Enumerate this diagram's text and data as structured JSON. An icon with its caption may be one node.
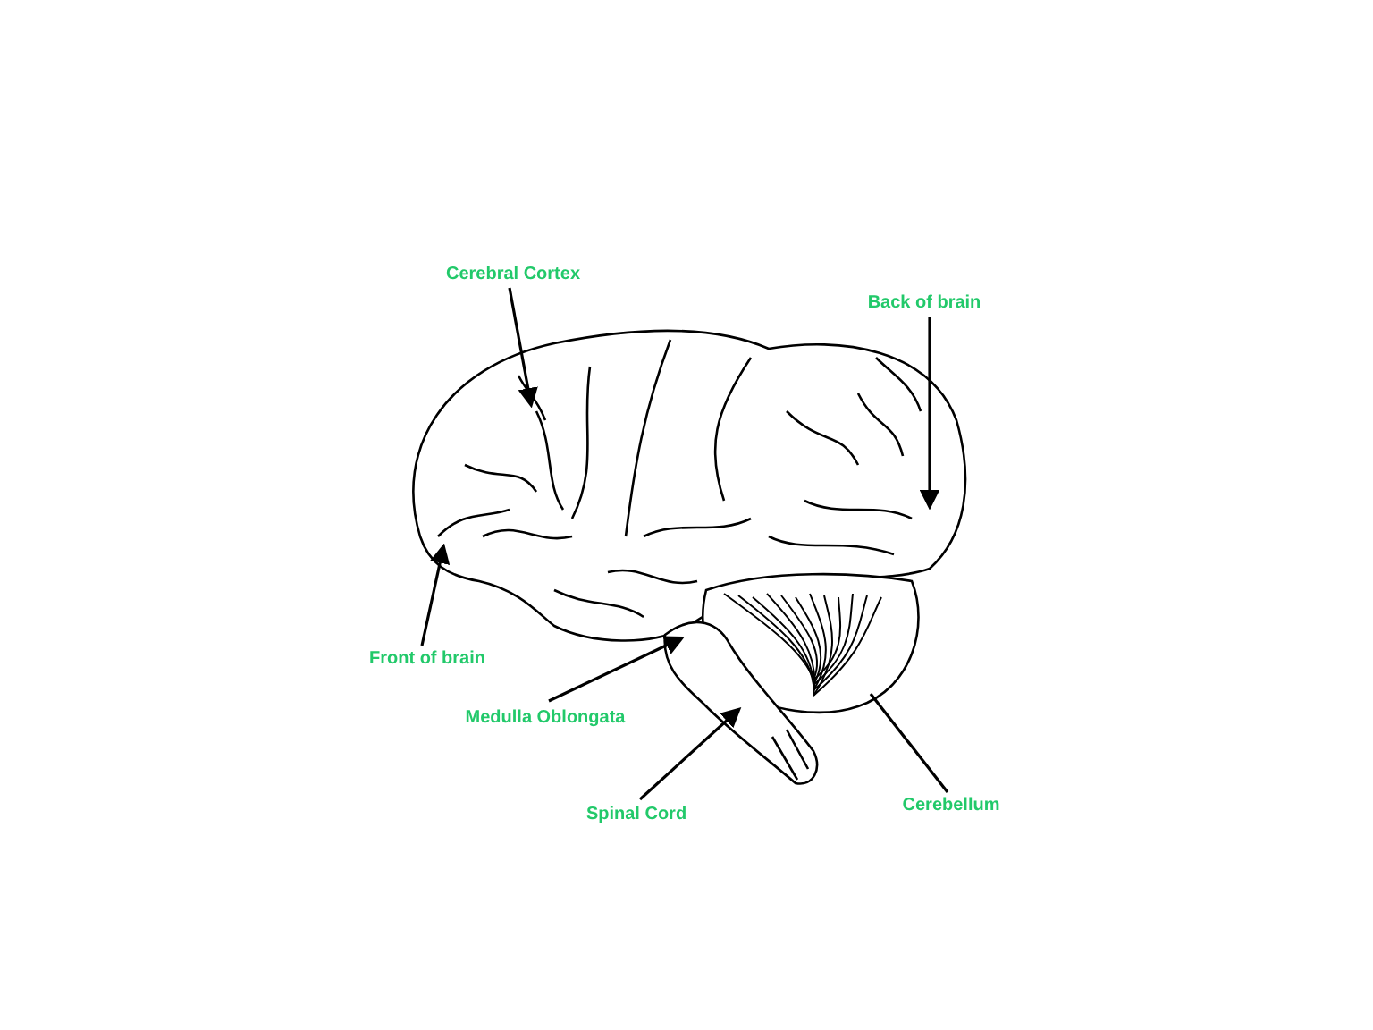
{
  "diagram": {
    "nodes": [
      {
        "text": [
          "Cerebral Cortex"
        ]
      },
      {
        "text": [
          "Back of brain"
        ]
      },
      {
        "text": [
          "Front of brain"
        ]
      },
      {
        "text": [
          "Medulla Oblongata"
        ]
      },
      {
        "text": [
          "Spinal Cord"
        ]
      },
      {
        "text": [
          "Cerebellum"
        ]
      }
    ],
    "edges": [
      {
        "from": 0,
        "to": null,
        "arrow": "to"
      },
      {
        "from": 1,
        "to": null,
        "arrow": "to"
      },
      {
        "from": 2,
        "to": null,
        "arrow": "to"
      },
      {
        "from": 3,
        "to": null,
        "arrow": "to"
      },
      {
        "from": 4,
        "to": null,
        "arrow": "to"
      },
      {
        "from": 5,
        "to": null,
        "arrow": "none"
      }
    ]
  }
}
